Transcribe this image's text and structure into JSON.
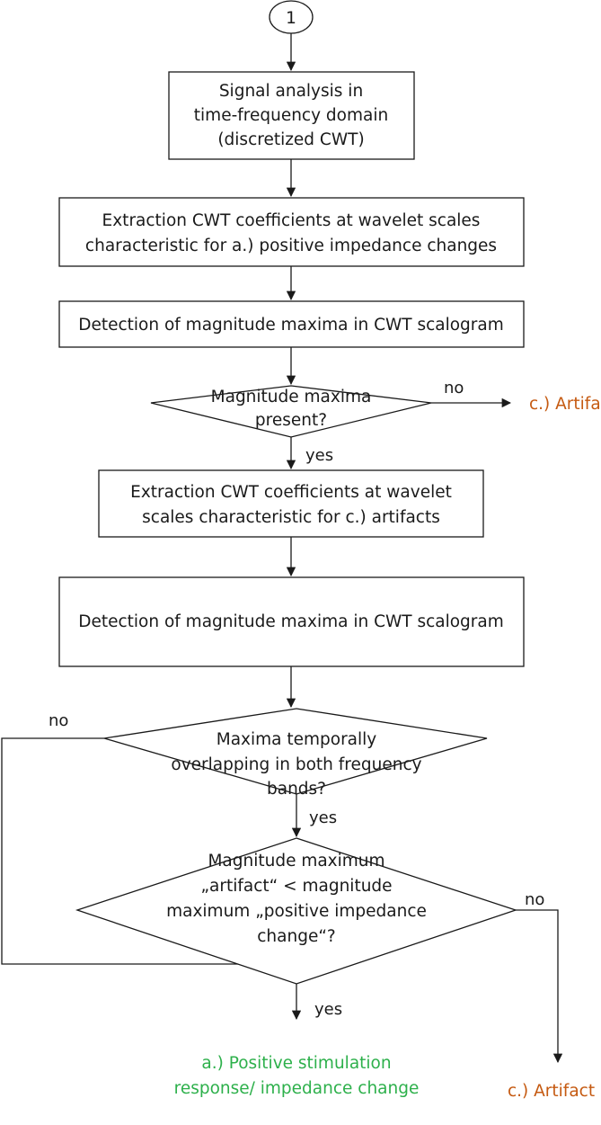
{
  "colors": {
    "artifact": "#c55a11",
    "positive": "#2db04b",
    "line": "#1a1a1a"
  },
  "start": {
    "label": "1"
  },
  "nodes": {
    "signal_analysis": [
      "Signal analysis in",
      "time-frequency domain",
      "(discretized CWT)"
    ],
    "extract_positive": [
      "Extraction CWT coefficients at wavelet scales",
      "characteristic for a.) positive impedance changes"
    ],
    "detect_1": [
      "Detection of magnitude maxima in CWT scalogram"
    ],
    "decision_present": [
      "Magnitude maxima",
      "present?"
    ],
    "extract_artifact": [
      "Extraction CWT coefficients at wavelet",
      "scales characteristic for c.) artifacts"
    ],
    "detect_2": [
      "Detection of magnitude maxima in CWT scalogram"
    ],
    "decision_overlap": [
      "Maxima temporally",
      "overlapping in both frequency",
      "bands?"
    ],
    "decision_compare": [
      "Magnitude maximum",
      "„artifact“ < magnitude",
      "maximum „positive impedance",
      "change“?"
    ]
  },
  "edge_labels": {
    "present_no": "no",
    "present_yes": "yes",
    "overlap_no": "no",
    "overlap_yes": "yes",
    "compare_no": "no",
    "compare_yes": "yes"
  },
  "outcomes": {
    "artifact_1": [
      "c.) Artifact"
    ],
    "artifact_2": [
      "c.) Artifact"
    ],
    "positive": [
      "a.) Positive stimulation",
      "response/ impedance change"
    ]
  }
}
